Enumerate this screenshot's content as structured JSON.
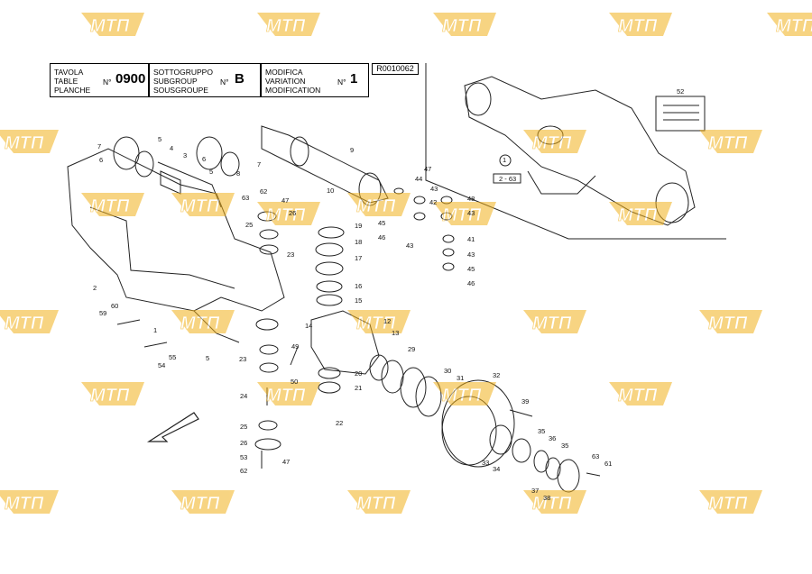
{
  "header": {
    "table_label": "TAVOLA\nTABLE\nPLANCHE",
    "table_no_prefix": "N°",
    "table_no": "0900",
    "subgroup_label": "SOTTOGRUPPO\nSUBGROUP\nSOUSGROUPE",
    "subgroup_no_prefix": "N°",
    "subgroup_no": "B",
    "modification_label": "MODIFICA\nVARIATION\nMODIFICATION",
    "modification_no_prefix": "N°",
    "modification_no": "1",
    "reference_code": "R0010062"
  },
  "watermark": {
    "text": "МТП",
    "color": "#f2b21d"
  },
  "inset": {
    "ref_label": "2 - 63",
    "callout_1": "1",
    "callout_52": "52"
  },
  "callouts": [
    {
      "id": "c7a",
      "text": "7"
    },
    {
      "id": "c6a",
      "text": "6"
    },
    {
      "id": "c5a",
      "text": "5"
    },
    {
      "id": "c4",
      "text": "4"
    },
    {
      "id": "c3",
      "text": "3"
    },
    {
      "id": "c6b",
      "text": "6"
    },
    {
      "id": "c5b",
      "text": "5"
    },
    {
      "id": "c7b",
      "text": "7"
    },
    {
      "id": "c8",
      "text": "8"
    },
    {
      "id": "c9",
      "text": "9"
    },
    {
      "id": "c62a",
      "text": "62"
    },
    {
      "id": "c63a",
      "text": "63"
    },
    {
      "id": "c47a",
      "text": "47"
    },
    {
      "id": "c26a",
      "text": "26"
    },
    {
      "id": "c25a",
      "text": "25"
    },
    {
      "id": "c23a",
      "text": "23"
    },
    {
      "id": "c10",
      "text": "10"
    },
    {
      "id": "c19",
      "text": "19"
    },
    {
      "id": "c18",
      "text": "18"
    },
    {
      "id": "c17",
      "text": "17"
    },
    {
      "id": "c16",
      "text": "16"
    },
    {
      "id": "c15",
      "text": "15"
    },
    {
      "id": "c14",
      "text": "14"
    },
    {
      "id": "c12",
      "text": "12"
    },
    {
      "id": "c44",
      "text": "44"
    },
    {
      "id": "c47b",
      "text": "47"
    },
    {
      "id": "c43a",
      "text": "43"
    },
    {
      "id": "c42",
      "text": "42"
    },
    {
      "id": "c48",
      "text": "48"
    },
    {
      "id": "c43b",
      "text": "43"
    },
    {
      "id": "c45a",
      "text": "45"
    },
    {
      "id": "c46a",
      "text": "46"
    },
    {
      "id": "c43c",
      "text": "43"
    },
    {
      "id": "c41",
      "text": "41"
    },
    {
      "id": "c43d",
      "text": "43"
    },
    {
      "id": "c45b",
      "text": "45"
    },
    {
      "id": "c46b",
      "text": "46"
    },
    {
      "id": "c2",
      "text": "2"
    },
    {
      "id": "c60",
      "text": "60"
    },
    {
      "id": "c59",
      "text": "59"
    },
    {
      "id": "c1",
      "text": "1"
    },
    {
      "id": "c55",
      "text": "55"
    },
    {
      "id": "c54",
      "text": "54"
    },
    {
      "id": "c5c",
      "text": "5"
    },
    {
      "id": "c23b",
      "text": "23"
    },
    {
      "id": "c49",
      "text": "49"
    },
    {
      "id": "c50",
      "text": "50"
    },
    {
      "id": "c24",
      "text": "24"
    },
    {
      "id": "c25b",
      "text": "25"
    },
    {
      "id": "c26b",
      "text": "26"
    },
    {
      "id": "c53",
      "text": "53"
    },
    {
      "id": "c62b",
      "text": "62"
    },
    {
      "id": "c47c",
      "text": "47"
    },
    {
      "id": "c20",
      "text": "20"
    },
    {
      "id": "c21",
      "text": "21"
    },
    {
      "id": "c22",
      "text": "22"
    },
    {
      "id": "c13",
      "text": "13"
    },
    {
      "id": "c29",
      "text": "29"
    },
    {
      "id": "c30",
      "text": "30"
    },
    {
      "id": "c31",
      "text": "31"
    },
    {
      "id": "c32",
      "text": "32"
    },
    {
      "id": "c39",
      "text": "39"
    },
    {
      "id": "c33",
      "text": "33"
    },
    {
      "id": "c34",
      "text": "34"
    },
    {
      "id": "c35",
      "text": "35"
    },
    {
      "id": "c36",
      "text": "36"
    },
    {
      "id": "c35b",
      "text": "35"
    },
    {
      "id": "c63b",
      "text": "63"
    },
    {
      "id": "c61",
      "text": "61"
    },
    {
      "id": "c37",
      "text": "37"
    },
    {
      "id": "c38",
      "text": "38"
    }
  ]
}
